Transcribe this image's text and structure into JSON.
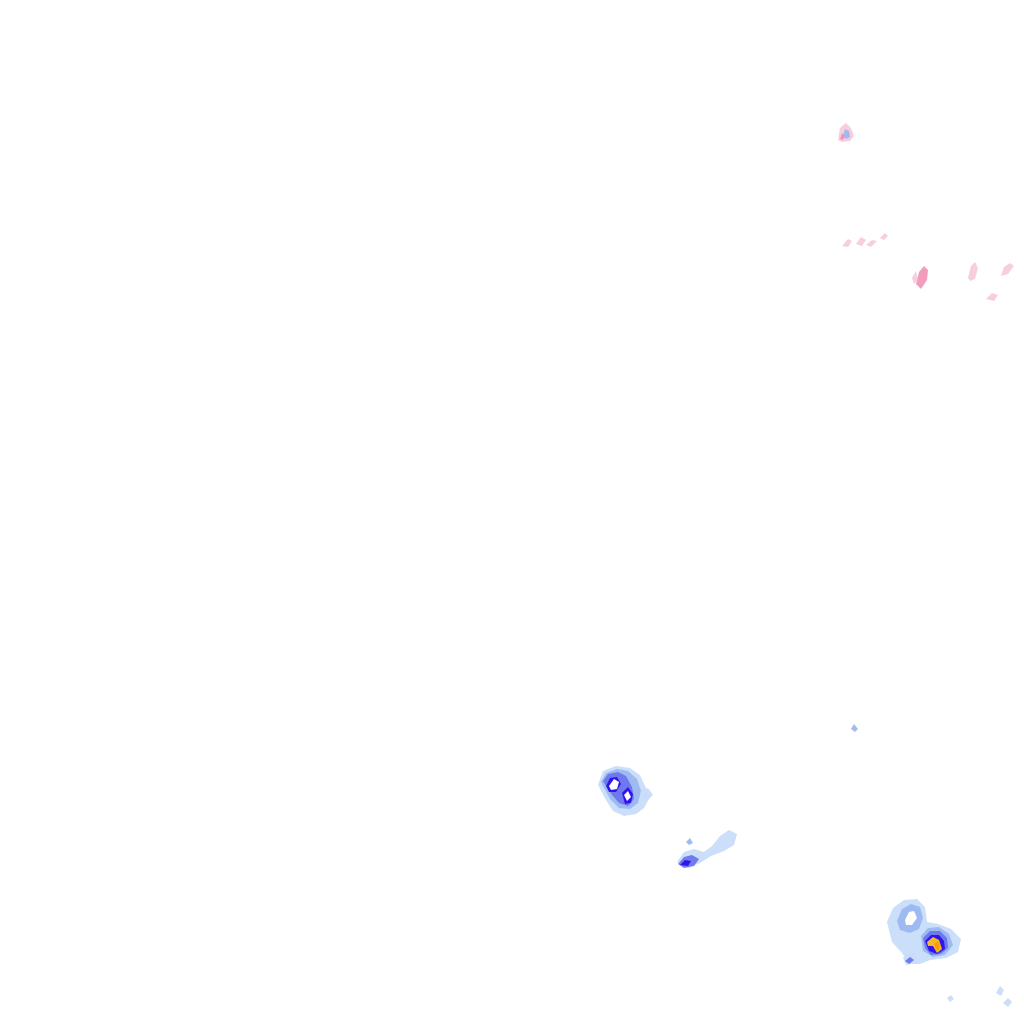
{
  "view": {
    "kind": "rainfall-radar-overlay",
    "background_color": "#ffffff"
  },
  "legend_colors": {
    "light_rain": "#c8dcfa",
    "light_moderate": "#9ab8f0",
    "moderate": "#6c74ee",
    "heavy": "#2b10e8",
    "very_heavy": "#ffc21a",
    "intense_core": "#ff9a00",
    "sleet_light": "#f7c6d8",
    "sleet_medium": "#ee8cb0"
  },
  "echoes": [
    {
      "id": "cell-north-east",
      "intensity": "sleet_medium"
    },
    {
      "id": "drizzle-band-north-east-1",
      "intensity": "sleet_light"
    },
    {
      "id": "drizzle-band-north-east-2",
      "intensity": "sleet_light"
    },
    {
      "id": "cell-south-central",
      "intensity": "heavy"
    },
    {
      "id": "cell-south",
      "intensity": "heavy"
    },
    {
      "id": "cell-south-east",
      "intensity": "very_heavy"
    }
  ]
}
